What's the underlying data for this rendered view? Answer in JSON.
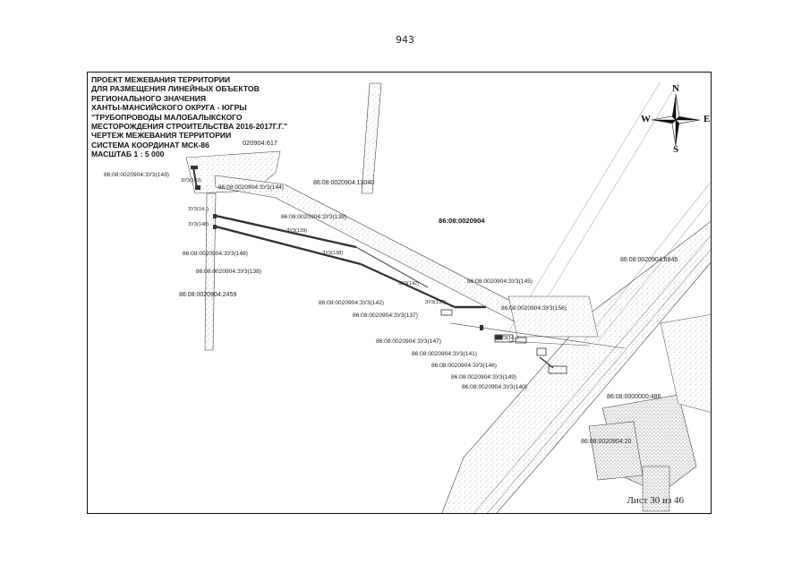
{
  "page_number": "943",
  "title_lines": [
    "ПРОЕКТ МЕЖЕВАНИЯ ТЕРРИТОРИИ",
    "ДЛЯ РАЗМЕЩЕНИЯ ЛИНЕЙНЫХ ОБЪЕКТОВ",
    "РЕГИОНАЛЬНОГО ЗНАЧЕНИЯ",
    "ХАНТЫ-МАНСИЙСКОГО ОКРУГА - ЮГРЫ",
    "\"ТРУБОПРОВОДЫ МАЛОБАЛЫКСКОГО",
    "МЕСТОРОЖДЕНИЯ СТРОИТЕЛЬСТВА 2016-2017Г.Г.\"",
    "ЧЕРТЕЖ МЕЖЕВАНИЯ ТЕРРИТОРИИ",
    "СИСТЕМА КООРДИНАТ МСК-86",
    "МАСШТАБ 1 : 5 000"
  ],
  "compass": {
    "n": "N",
    "s": "S",
    "w": "W",
    "e": "E"
  },
  "sheet_label": "Лист 30 из 46",
  "labels": {
    "l617": "020904:617",
    "l143": "86:08:0020904:ЗУ3(143)",
    "l143s": "ЗУ3(143)",
    "l144": "86:08:0020904:ЗУ3(144)",
    "l13040": "86:08:0020904:13040",
    "l14s": "ЗУ3(14..)",
    "l139": "86:08:0020904:ЗУ3(139)",
    "l139s": "ЗУ3(139)",
    "l148s": "ЗУ3(148)",
    "quarter": "86:08:0020904",
    "l148": "86:08:0020904:ЗУ3(148)",
    "l138s": "ЗУ3(138)",
    "l138": "86:08:0020904:ЗУ3(138)",
    "l6845": "86:08:0020904:6845",
    "l142s": "ЗУ3(142)",
    "l145": "86:08:0020904:ЗУ3(145)",
    "l2459": "86:08:0020904:2459",
    "l142": "86:08:0020904:ЗУ3(142)",
    "l137s": "ЗУ3(137)",
    "l156": "86:08:0020904:ЗУ3(156)",
    "l137": "86:08:0020904:ЗУ3(137)",
    "l147": "86:08:0020904:ЗУ3(147)",
    "l141s": "ЗУ3(14..)",
    "l141": "86:08:0020904:ЗУ3(141)",
    "l146": "86:08:0020904:ЗУ3(146)",
    "l149": "86:08:0020904:ЗУ3(149)",
    "l140": "86:08:0020904:ЗУ3(140)",
    "l486": "86:08:0000000:486",
    "l20": "86:08:0020904:20"
  }
}
